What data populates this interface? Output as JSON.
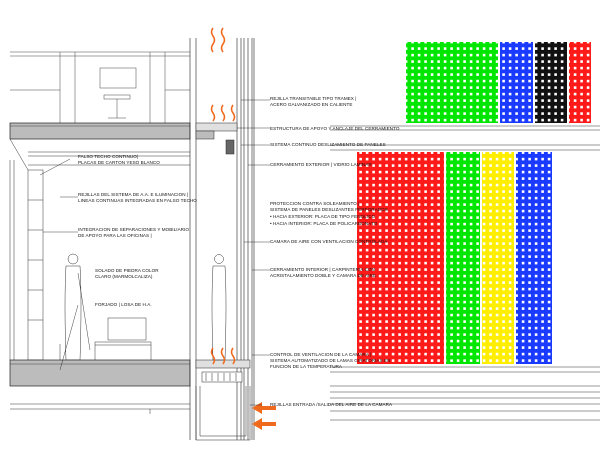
{
  "labels": {
    "rejilla": [
      "REJILLA TRANSITABLE TIPO TRAMEX |",
      "ACERO GALVANIZADO EN CALIENTE"
    ],
    "estructura": [
      "ESTRUCTURA DE APOYO Y ANCLAJE DEL CERRAMIENTO"
    ],
    "sistema_continuo": [
      "SISTEMA CONTINUO DESLIZAMIENTO DE PANELES"
    ],
    "falso_techo": [
      "FALSO TECHO CONTINUO|",
      "PLACAS DE CARTON YESO BLANCO"
    ],
    "cerramiento_exterior": [
      "CERRAMIENTO EXTERIOR | VIDRIO LAMINAR"
    ],
    "rejillas_sistema": [
      "REJILLAS DEL SISTEMA DE A.A. E ILUMINACION |",
      "LINEAS CONTINUAS INTEGRADAS EN FALSO TECHO"
    ],
    "proteccion": [
      "PROTECCION CONTRA SOLEAMIENTO |",
      "SISTEMA DE PANELES DESLIZANTES PERFORADOS",
      "•  HACIA EXTERIOR: PLACA DE TIPO FENOLICO",
      "•  HACIA INTERIOR: PLACA DE POLICARBONATO"
    ],
    "integracion": [
      "INTEGRACION DE SEPARACIONES Y MOBILIARIO",
      "DE APOYO PARA LAS OFICINAS |"
    ],
    "camara_aire": [
      "CAMARA DE AIRE CON VENTILACION CONTROLADA"
    ],
    "solado": [
      "SOLADO DE PIEDRA COLOR",
      "CLARO (MARMOLCALIZA)"
    ],
    "forjado": [
      "FORJADO | LOSA DE H.A."
    ],
    "cerramiento_interior": [
      "CERRAMIENTO INTERIOR | CARPINTERIA CON",
      "ACRISTALAMIENTO DOBLE Y CAMARA DE AIRE"
    ],
    "control_ventilacion": [
      "CONTROL DE VENTILACION DE LA CAMARA |",
      "SISTEMA AUTOMATIZADO DE LAMAS GIRATORIAS EN",
      "FUNCION DE LA TEMPERATURA"
    ],
    "rejillas_entrada": [
      "REJILLAS ENTRADA /SALIDA DEL AIRE DE LA CAMARA"
    ]
  },
  "colors": {
    "red": "#ff1a1a",
    "green": "#00e600",
    "blue": "#1a3bff",
    "yellow": "#ffee00",
    "black": "#111111",
    "arrow": "#f06a1e",
    "slab": "#bcbcbc"
  },
  "icons": [
    "heat-wave-icon",
    "air-intake-arrow-icon",
    "person-silhouette-icon"
  ]
}
